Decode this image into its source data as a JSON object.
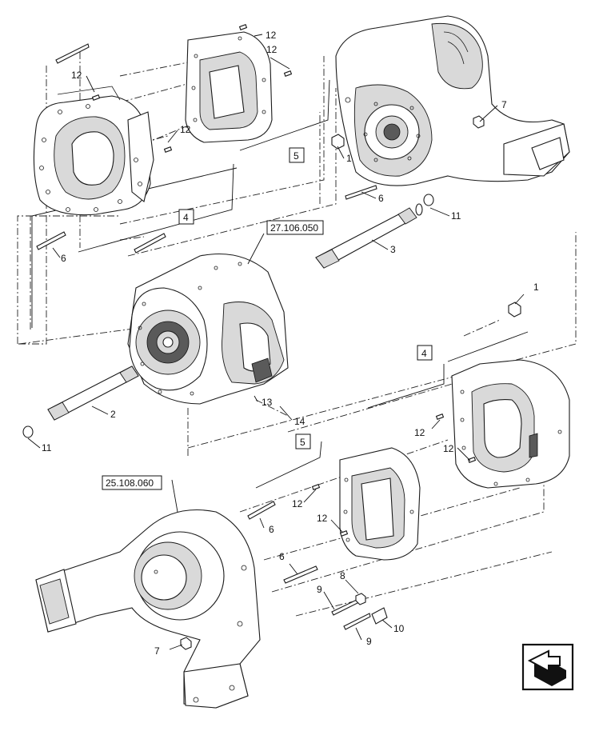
{
  "callouts": {
    "c1a": "1",
    "c1b": "1",
    "c2": "2",
    "c3": "3",
    "c4a": "4",
    "c4b": "4",
    "c5a": "5",
    "c5b": "5",
    "c6a": "6",
    "c6b": "6",
    "c6c": "6",
    "c6d": "6",
    "c7a": "7",
    "c7b": "7",
    "c8": "8",
    "c9a": "9",
    "c9b": "9",
    "c10": "10",
    "c11a": "11",
    "c11b": "11",
    "c12a": "12",
    "c12b": "12",
    "c12c": "12",
    "c12d": "12",
    "c12e": "12",
    "c12f": "12",
    "c12g": "12",
    "c13": "13",
    "c14": "14"
  },
  "references": {
    "ref_transmission": "27.106.050",
    "ref_axle": "25.108.060"
  },
  "icons": {
    "nav": "arrow-icon"
  }
}
